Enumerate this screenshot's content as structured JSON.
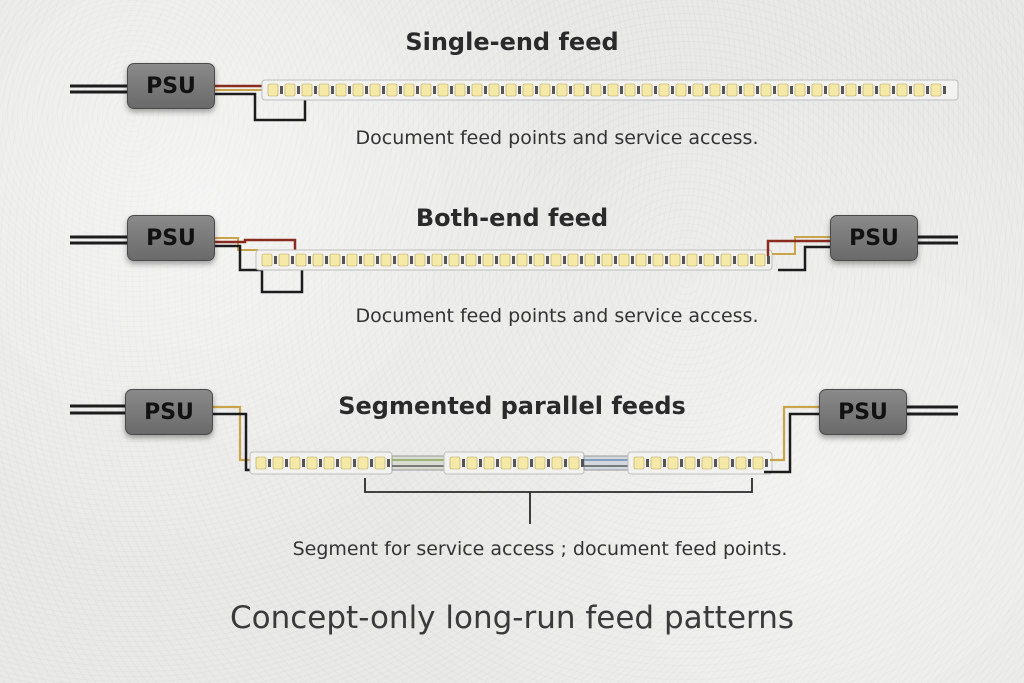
{
  "sections": [
    {
      "title": "Single-end feed",
      "caption": "Document feed points and service access.",
      "psu_labels": [
        "PSU"
      ]
    },
    {
      "title": "Both-end feed",
      "caption": "Document feed points and service access.",
      "psu_labels": [
        "PSU",
        "PSU"
      ]
    },
    {
      "title": "Segmented parallel feeds",
      "caption": "Segment for service access ; document feed points.",
      "psu_labels": [
        "PSU",
        "PSU"
      ]
    }
  ],
  "footer": "Concept-only long-run feed patterns",
  "colors": {
    "psu_body": "#7a7a7a",
    "strip": "#f2f2f0",
    "led": "#f5e9a8",
    "wire_red": "#8a2b1f",
    "wire_black": "#1c1c1c",
    "wire_yellow": "#c9a44a"
  }
}
